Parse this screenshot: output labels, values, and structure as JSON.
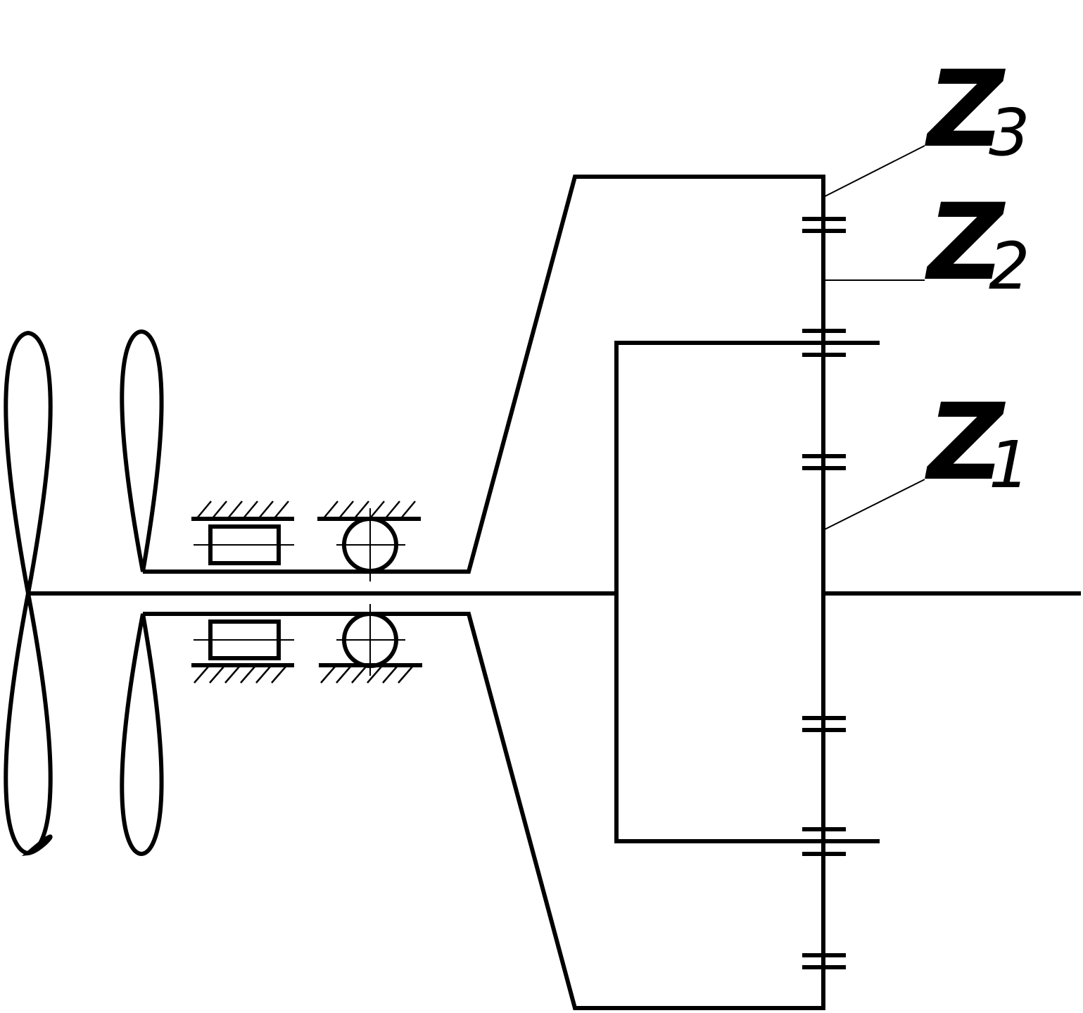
{
  "labels": {
    "z1": {
      "letter": "Z",
      "subscript": "1"
    },
    "z2": {
      "letter": "Z",
      "subscript": "2"
    },
    "z3": {
      "letter": "Z",
      "subscript": "3"
    }
  },
  "colors": {
    "stroke": "#000000",
    "background": "#ffffff"
  }
}
